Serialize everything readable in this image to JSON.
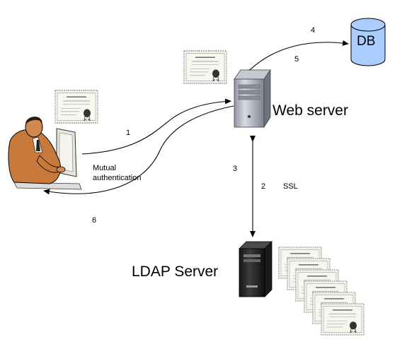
{
  "nodes": {
    "db": {
      "label": "DB"
    },
    "web_server": {
      "label": "Web server"
    },
    "ldap_server": {
      "label": "LDAP Server"
    }
  },
  "edges": {
    "step_1": "1",
    "step_2": "2",
    "step_3": "3",
    "step_4": "4",
    "step_5": "5",
    "step_6": "6",
    "ssl": "SSL",
    "mutual_line1": "Mutual",
    "mutual_line2": "authentication"
  },
  "colors": {
    "db_fill": "#aaccff",
    "arrow": "#000000",
    "certificate_border": "#777777",
    "server_body": "#b4bac4",
    "ldap_body": "#2a2a2a",
    "user_skin": "#d08850",
    "user_suit": "#c87a3c"
  },
  "icons": {
    "user": "user-at-computer-icon",
    "web_server": "server-tower-icon",
    "ldap_server": "ldap-server-tower-icon",
    "db": "database-cylinder-icon",
    "certificate": "certificate-icon"
  }
}
